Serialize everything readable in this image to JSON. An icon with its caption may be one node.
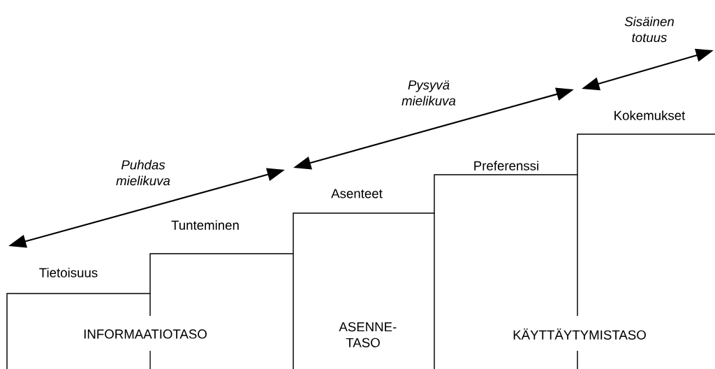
{
  "diagram": {
    "labels": [
      "Sisäinen totuus",
      "Pysyvä mielikuva",
      "Puhdas mielikuva",
      "Kokemukset",
      "Preferenssi",
      "Asenteet",
      "Tunteminen",
      "Tietoisuus",
      "INFORMAATIOTASO",
      "ASENNE-TASO",
      "KÄYTTÄYTYMISTASO"
    ]
  }
}
